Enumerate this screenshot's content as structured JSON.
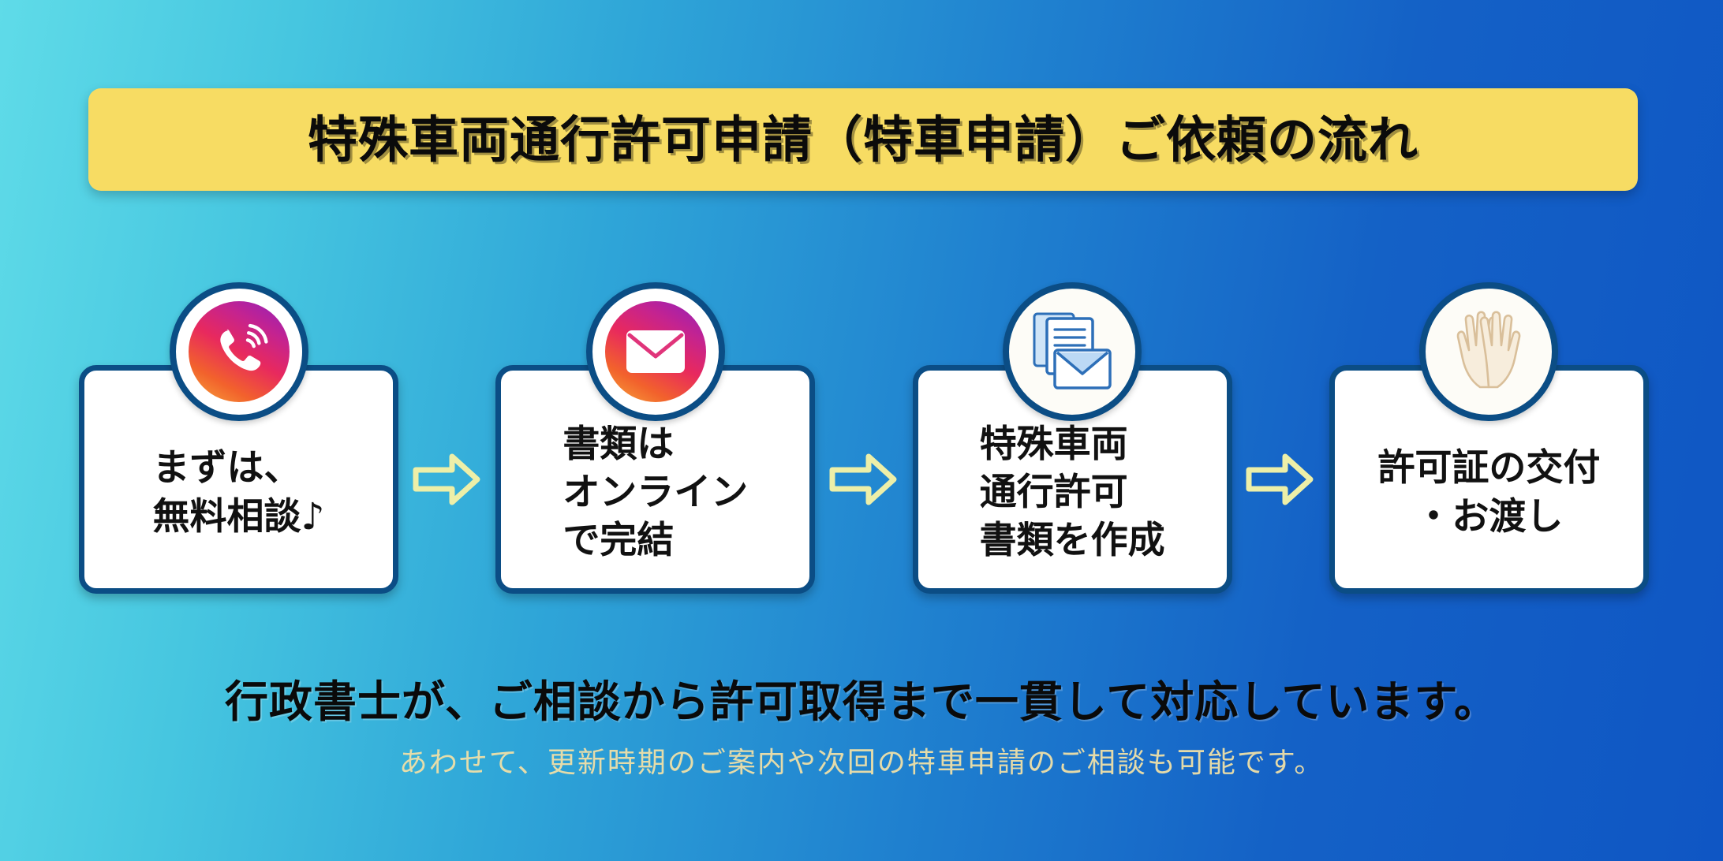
{
  "banner": {
    "title": "特殊車両通行許可申請（特車申請）ご依頼の流れ",
    "bg_color": "#f7dc63",
    "text_color": "#0b0b0b"
  },
  "background": {
    "gradient_from": "#5fdbe8",
    "gradient_to": "#0f56c4"
  },
  "steps": [
    {
      "icon": "phone-call-icon",
      "icon_style": "gradient-circle",
      "text": "まずは、\n無料相談♪",
      "align": "left"
    },
    {
      "icon": "envelope-mail-icon",
      "icon_style": "gradient-circle",
      "text": "書類は\nオンライン\nで完結",
      "align": "left"
    },
    {
      "icon": "documents-envelope-icon",
      "icon_style": "plain-blue",
      "text": "特殊車両\n通行許可\n書類を作成",
      "align": "left"
    },
    {
      "icon": "open-hands-icon",
      "icon_style": "plain-beige",
      "text": "許可証の交付\n・お渡し",
      "align": "center"
    }
  ],
  "arrows": {
    "glyph": "arrow-right-icon",
    "count": 3,
    "color": "#edefa8"
  },
  "footer": {
    "tagline": "行政書士が、ご相談から許可取得まで一貫して対応しています。",
    "subline": "あわせて、更新時期のご案内や次回の特車申請のご相談も可能です。",
    "tagline_color": "#0a0a0a",
    "subline_color": "#efe0a8"
  }
}
